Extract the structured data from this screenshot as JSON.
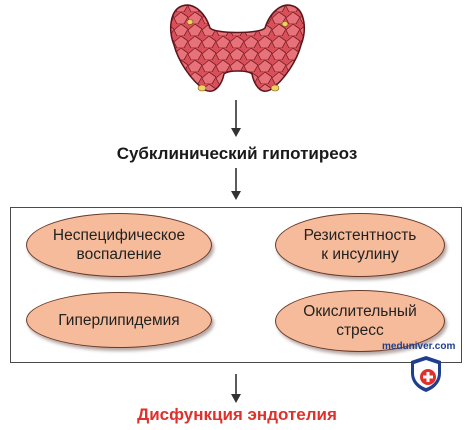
{
  "diagram": {
    "heading": "Субклинический гипотиреоз",
    "factors": [
      "Неспецифическое\nвоспаление",
      "Резистентность\nк инсулину",
      "Гиперлипидемия",
      "Окислительный\nстресс"
    ],
    "outcome": "Дисфункция эндотелия",
    "watermark": "meduniver.com"
  },
  "colors": {
    "oval_fill": "#f6bb9a",
    "oval_border": "#6a3a2a",
    "outcome_text": "#e0302b",
    "thyroid_fill": "#d9505a",
    "watermark": "#1f3e8f"
  },
  "icons": [
    "thyroid-gland-illustration",
    "down-arrow-icon",
    "medical-shield-icon"
  ]
}
